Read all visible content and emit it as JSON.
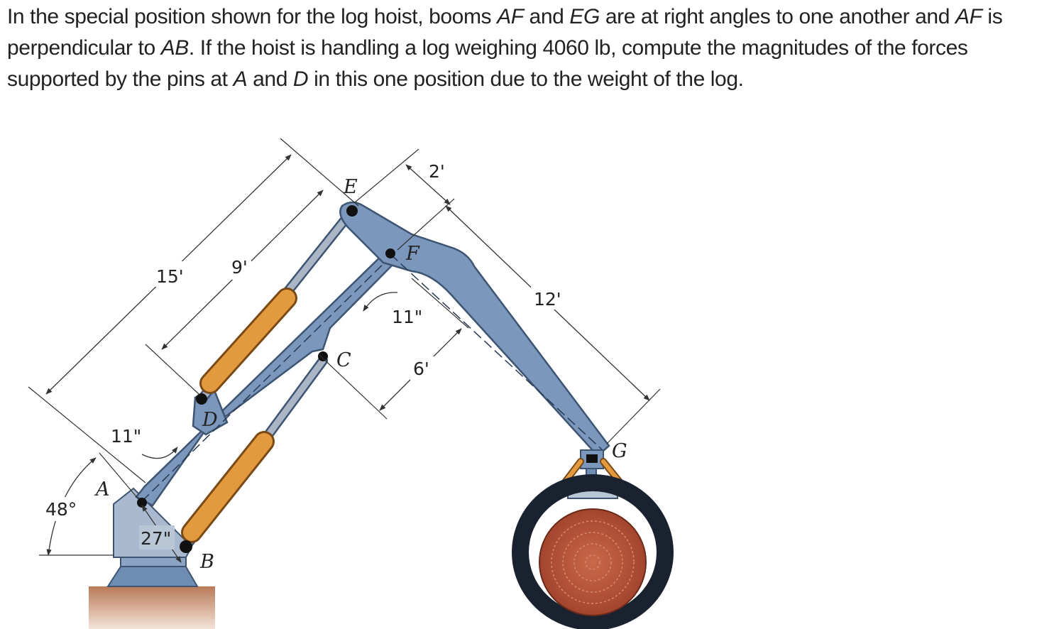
{
  "problem": {
    "text_1": "In the special position shown for the log hoist, booms ",
    "af_1": "AF",
    "text_2": " and ",
    "eg": "EG",
    "text_3": " are at right angles to one another and ",
    "af_2": "AF",
    "text_4": " is perpendicular to ",
    "ab": "AB",
    "text_5": ". If the hoist is handling a log weighing 4060 lb, compute the magnitudes of the forces supported by the pins at ",
    "a": "A",
    "text_6": " and ",
    "d": "D",
    "text_7": " in this one position due to the weight of the log."
  },
  "figure": {
    "dimensions": {
      "d15ft": "15'",
      "d9ft": "9'",
      "d2ft": "2'",
      "d12ft": "12'",
      "d11in_upper": "11\"",
      "d6ft": "6'",
      "d11in_lower": "11\"",
      "angle": "48°",
      "d27in": "27\""
    },
    "points": {
      "A": "A",
      "B": "B",
      "C": "C",
      "D": "D",
      "E": "E",
      "F": "F",
      "G": "G"
    },
    "colors": {
      "boom": "#7b97bb",
      "boom_edge": "#3d5573",
      "cylinder": "#e39a3e",
      "rod": "#aab6c6",
      "log": "#b5533a",
      "tong": "#1a2230",
      "ground": "#c88e6c"
    }
  }
}
